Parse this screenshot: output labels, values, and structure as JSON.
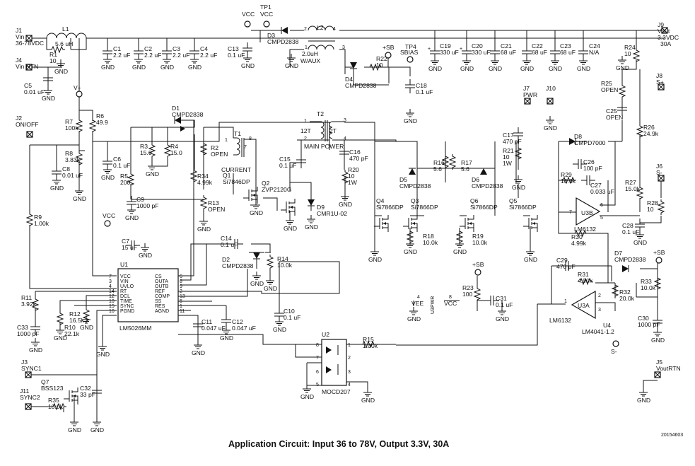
{
  "caption": "Application Circuit: Input 36 to 78V, Output 3.3V, 30A",
  "drawing_id": "20154603",
  "connectors": [
    {
      "id": "J1",
      "text": "Vin",
      "sub": "36-78VDC"
    },
    {
      "id": "J4",
      "text": "Vin RTN"
    },
    {
      "id": "J2",
      "text": "ON/OFF"
    },
    {
      "id": "J3",
      "text": "SYNC1"
    },
    {
      "id": "J11",
      "text": "SYNC2"
    },
    {
      "id": "J9",
      "text": "Vout",
      "sub": "3.3VDC",
      "sub2": "30A"
    },
    {
      "id": "J8",
      "text": "S+"
    },
    {
      "id": "J6",
      "text": "S-"
    },
    {
      "id": "J5",
      "text": "VoutRTN"
    },
    {
      "id": "J7",
      "text": "PWR"
    },
    {
      "id": "J10",
      "text": ""
    },
    {
      "id": "TP1",
      "text": "VCC"
    },
    {
      "id": "TP4",
      "text": "SBIAS"
    }
  ],
  "nets": {
    "vcc": "VCC",
    "vplus": "V+",
    "sb": "+SB",
    "splus": "S+",
    "sminus": "S-",
    "gnd": "GND",
    "vee": "VEE",
    "u3pwr": "U3PWR"
  },
  "caps": [
    {
      "id": "C1",
      "value": "2.2 uF"
    },
    {
      "id": "C2",
      "value": "2.2 uF"
    },
    {
      "id": "C3",
      "value": "2.2 uF"
    },
    {
      "id": "C4",
      "value": "2.2 uF"
    },
    {
      "id": "C5",
      "value": "0.01 uF"
    },
    {
      "id": "C6",
      "value": "0.1 uF"
    },
    {
      "id": "C7",
      "value": "15 uF"
    },
    {
      "id": "C8",
      "value": "0.01 uF"
    },
    {
      "id": "C9",
      "value": "1000 pF"
    },
    {
      "id": "C10",
      "value": "0.1 uF"
    },
    {
      "id": "C11",
      "value": "0.047 uF"
    },
    {
      "id": "C12",
      "value": "0.047 uF"
    },
    {
      "id": "C13",
      "value": "0.1 uF"
    },
    {
      "id": "C14",
      "value": "0.1 uF"
    },
    {
      "id": "C15",
      "value": "0.1 uF"
    },
    {
      "id": "C16",
      "value": "470 pF"
    },
    {
      "id": "C17",
      "value": "470 pF"
    },
    {
      "id": "C18",
      "value": "0.1 uF"
    },
    {
      "id": "C19",
      "value": "330 uF"
    },
    {
      "id": "C20",
      "value": "330 uF"
    },
    {
      "id": "C21",
      "value": "68 uF"
    },
    {
      "id": "C22",
      "value": "68 uF"
    },
    {
      "id": "C23",
      "value": "68 uF"
    },
    {
      "id": "C24",
      "value": "N/A"
    },
    {
      "id": "C25",
      "value": "OPEN"
    },
    {
      "id": "C26",
      "value": "100 pF"
    },
    {
      "id": "C27",
      "value": "0.033 uF"
    },
    {
      "id": "C28",
      "value": "0.1 uF"
    },
    {
      "id": "C29",
      "value": "470 pF"
    },
    {
      "id": "C30",
      "value": "1000 pF"
    },
    {
      "id": "C31",
      "value": "0.1 uF"
    },
    {
      "id": "C32",
      "value": "33 pF"
    },
    {
      "id": "C33",
      "value": "1000 pF"
    }
  ],
  "resistors": [
    {
      "id": "R1",
      "value": "10"
    },
    {
      "id": "R2",
      "value": "OPEN"
    },
    {
      "id": "R3",
      "value": "15.0"
    },
    {
      "id": "R4",
      "value": "15.0"
    },
    {
      "id": "R5",
      "value": "200"
    },
    {
      "id": "R6",
      "value": "49.9"
    },
    {
      "id": "R7",
      "value": "100k"
    },
    {
      "id": "R8",
      "value": "3.83k"
    },
    {
      "id": "R9",
      "value": "1.00k"
    },
    {
      "id": "R10",
      "value": "22.1k"
    },
    {
      "id": "R11",
      "value": "3.92k"
    },
    {
      "id": "R12",
      "value": "16.5k"
    },
    {
      "id": "R13",
      "value": "OPEN"
    },
    {
      "id": "R14",
      "value": "10.0k"
    },
    {
      "id": "R15",
      "value": "1.00k"
    },
    {
      "id": "R16",
      "value": "5.6"
    },
    {
      "id": "R17",
      "value": "5.6"
    },
    {
      "id": "R18",
      "value": "10.0k"
    },
    {
      "id": "R19",
      "value": "10.0k"
    },
    {
      "id": "R20",
      "value": "10",
      "value2": "1W"
    },
    {
      "id": "R21",
      "value": "10",
      "value2": "1W"
    },
    {
      "id": "R22",
      "value": "10"
    },
    {
      "id": "R23",
      "value": "100"
    },
    {
      "id": "R24",
      "value": "10"
    },
    {
      "id": "R25",
      "value": "OPEN"
    },
    {
      "id": "R26",
      "value": "24.9k"
    },
    {
      "id": "R27",
      "value": "15.0k"
    },
    {
      "id": "R28",
      "value": "10"
    },
    {
      "id": "R29",
      "value": "10.0k"
    },
    {
      "id": "R30",
      "value": "4.99k"
    },
    {
      "id": "R31",
      "value": "4.99k"
    },
    {
      "id": "R32",
      "value": "20.0k"
    },
    {
      "id": "R33",
      "value": "10.0k"
    },
    {
      "id": "R34",
      "value": "4.99k"
    },
    {
      "id": "R35",
      "value": "10.0k"
    }
  ],
  "inductors": [
    {
      "id": "L1",
      "value": "5.6 uH"
    },
    {
      "id": "L2",
      "value": "2.0uH",
      "value2": "W/AUX"
    }
  ],
  "transformers": [
    {
      "id": "T1",
      "label": "CURRENT"
    },
    {
      "id": "T2",
      "label": "MAIN POWER",
      "turns_p": "12T",
      "turns_s": "2T"
    }
  ],
  "diodes": [
    {
      "id": "D1",
      "part": "CMPD2838"
    },
    {
      "id": "D2",
      "part": "CMPD2838"
    },
    {
      "id": "D3",
      "part": "CMPD2838"
    },
    {
      "id": "D4",
      "part": "CMPD2838"
    },
    {
      "id": "D5",
      "part": "CMPD2838"
    },
    {
      "id": "D6",
      "part": "CMPD2838"
    },
    {
      "id": "D7",
      "part": "CMPD2838"
    },
    {
      "id": "D8",
      "part": "CMPD7000"
    },
    {
      "id": "D9",
      "part": "CMR1U-02"
    }
  ],
  "transistors": [
    {
      "id": "Q1",
      "part": "Si7846DP"
    },
    {
      "id": "Q2",
      "part": "ZVP2120G"
    },
    {
      "id": "Q3",
      "part": "Si7866DP"
    },
    {
      "id": "Q4",
      "part": "Si7866DP"
    },
    {
      "id": "Q5",
      "part": "Si7866DP"
    },
    {
      "id": "Q6",
      "part": "Si7866DP"
    },
    {
      "id": "Q7",
      "part": "BSS123"
    }
  ],
  "ics": {
    "U1": {
      "id": "U1",
      "part": "LM5026MM",
      "left": [
        {
          "n": "7",
          "name": "VCC"
        },
        {
          "n": "3",
          "name": "VIN"
        },
        {
          "n": "4",
          "name": "UVLO"
        },
        {
          "n": "14",
          "name": "RT"
        },
        {
          "n": "12",
          "name": "DCL"
        },
        {
          "n": "10",
          "name": "TIME"
        },
        {
          "n": "15",
          "name": "SYNC"
        },
        {
          "n": "16",
          "name": "PGND"
        }
      ],
      "right": [
        {
          "n": "6",
          "name": "CS"
        },
        {
          "n": "8",
          "name": "OUTA"
        },
        {
          "n": "9",
          "name": "OUTB"
        },
        {
          "n": "2",
          "name": "REF"
        },
        {
          "n": "13",
          "name": "COMP"
        },
        {
          "n": "5",
          "name": "SS"
        },
        {
          "n": "1",
          "name": "RES"
        },
        {
          "n": "11",
          "name": "AGND"
        }
      ]
    },
    "U2": {
      "id": "U2",
      "part": "MOCD207",
      "pins": [
        "8",
        "7",
        "6",
        "5",
        "1",
        "2",
        "3",
        "4"
      ]
    },
    "U3A": {
      "id": "U3A",
      "part": "LM6132",
      "pins": [
        "1",
        "2",
        "3"
      ]
    },
    "U3B": {
      "id": "U3B",
      "part": "LM6132",
      "pins": [
        "7",
        "6",
        "5"
      ]
    },
    "U3pwr": {
      "p8": "8",
      "p4": "4"
    },
    "U4": {
      "id": "U4",
      "part": "LM4041-1.2"
    }
  },
  "pins": {
    "l2": [
      "2",
      "4",
      "1",
      "3"
    ],
    "t1": [
      "1",
      "8",
      "7"
    ],
    "t2": [
      "1",
      "3",
      "2",
      "4"
    ]
  }
}
